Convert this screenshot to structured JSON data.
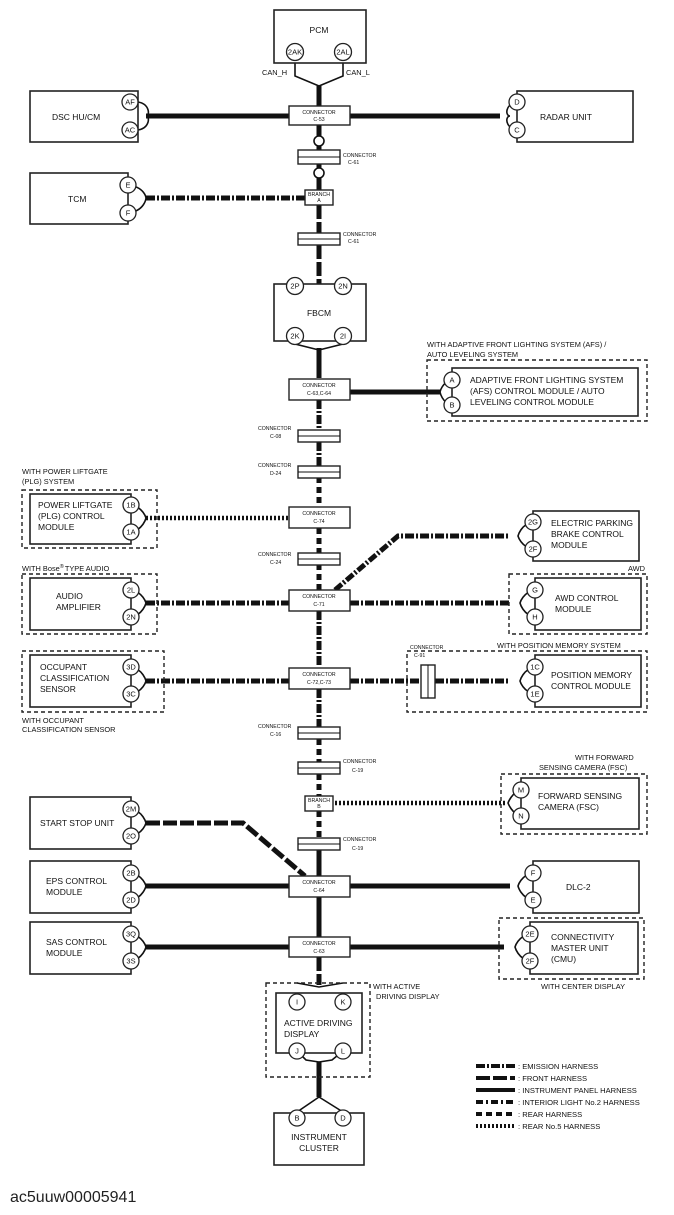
{
  "modules": {
    "pcm": "PCM",
    "dsc": "DSC HU/CM",
    "radar": "RADAR UNIT",
    "tcm": "TCM",
    "fbcm": "FBCM",
    "afs_l1": "ADAPTIVE FRONT LIGHTING SYSTEM",
    "afs_l2": "(AFS) CONTROL MODULE / AUTO",
    "afs_l3": "LEVELING CONTROL MODULE",
    "plg_l1": "POWER LIFTGATE",
    "plg_l2": "(PLG) CONTROL",
    "plg_l3": "MODULE",
    "epb_l1": "ELECTRIC PARKING",
    "epb_l2": "BRAKE CONTROL",
    "epb_l3": "MODULE",
    "audio_l1": "AUDIO",
    "audio_l2": "AMPLIFIER",
    "awd_l1": "AWD CONTROL",
    "awd_l2": "MODULE",
    "ocs_l1": "OCCUPANT",
    "ocs_l2": "CLASSIFICATION",
    "ocs_l3": "SENSOR",
    "pm_l1": "POSITION MEMORY",
    "pm_l2": "CONTROL MODULE",
    "fsc_l1": "FORWARD SENSING",
    "fsc_l2": "CAMERA (FSC)",
    "ssu": "START STOP UNIT",
    "eps_l1": "EPS CONTROL",
    "eps_l2": "MODULE",
    "dlc": "DLC-2",
    "sas_l1": "SAS CONTROL",
    "sas_l2": "MODULE",
    "cmu_l1": "CONNECTIVITY",
    "cmu_l2": "MASTER UNIT",
    "cmu_l3": "(CMU)",
    "add_l1": "ACTIVE DRIVING",
    "add_l2": "DISPLAY",
    "ic_l1": "INSTRUMENT",
    "ic_l2": "CLUSTER"
  },
  "pins": {
    "pcm_l": "2AK",
    "pcm_r": "2AL",
    "dsc_t": "AF",
    "dsc_b": "AC",
    "radar_t": "D",
    "radar_b": "C",
    "tcm_t": "E",
    "tcm_b": "F",
    "fbcm_tl": "2P",
    "fbcm_tr": "2N",
    "fbcm_bl": "2K",
    "fbcm_br": "2I",
    "afs_t": "A",
    "afs_b": "B",
    "plg_t": "1B",
    "plg_b": "1A",
    "epb_t": "2G",
    "epb_b": "2F",
    "audio_t": "2L",
    "audio_b": "2N",
    "awd_t": "G",
    "awd_b": "H",
    "ocs_t": "3D",
    "ocs_b": "3C",
    "pm_t": "1C",
    "pm_b": "1E",
    "fsc_t": "M",
    "fsc_b": "N",
    "ssu_t": "2M",
    "ssu_b": "2O",
    "eps_t": "2B",
    "eps_b": "2D",
    "dlc_t": "F",
    "dlc_b": "E",
    "sas_t": "3Q",
    "sas_b": "3S",
    "cmu_t": "2E",
    "cmu_b": "2F",
    "add_tl": "I",
    "add_tr": "K",
    "add_bl": "J",
    "add_br": "L",
    "ic_l": "B",
    "ic_r": "D"
  },
  "connectors": {
    "c53": [
      "CONNECTOR",
      "C-53"
    ],
    "c61a": [
      "CONNECTOR",
      "C-61"
    ],
    "branch_a": [
      "BRANCH",
      "A"
    ],
    "c61b": [
      "CONNECTOR",
      "C-61"
    ],
    "c6364": [
      "CONNECTOR",
      "C-63,C-64"
    ],
    "c08": [
      "CONNECTOR",
      "C-08"
    ],
    "d24a": [
      "CONNECTOR",
      "D-24"
    ],
    "c74": [
      "CONNECTOR",
      "C-74"
    ],
    "c24": [
      "CONNECTOR",
      "C-24"
    ],
    "c71": [
      "CONNECTOR",
      "C-71"
    ],
    "c7273": [
      "CONNECTOR",
      "C-72,C-73"
    ],
    "c91": [
      "CONNECTOR",
      "C-91"
    ],
    "c16": [
      "CONNECTOR",
      "C-16"
    ],
    "c19a": [
      "CONNECTOR",
      "C-19"
    ],
    "branch_b": [
      "BRANCH",
      "B"
    ],
    "c19b": [
      "CONNECTOR",
      "C-19"
    ],
    "c64": [
      "CONNECTOR",
      "C-64"
    ],
    "c63": [
      "CONNECTOR",
      "C-63"
    ]
  },
  "can_labels": {
    "can_h": "CAN_H",
    "can_l": "CAN_L"
  },
  "notes": {
    "afs_1": "WITH ADAPTIVE FRONT LIGHTING SYSTEM (AFS) /",
    "afs_2": "AUTO LEVELING SYSTEM",
    "plg_1": "WITH POWER LIFTGATE",
    "plg_2": "(PLG) SYSTEM",
    "bose_1": "WITH Bose",
    "bose_reg": "®",
    "bose_2": "TYPE AUDIO",
    "awd": "AWD",
    "pm": "WITH POSITION MEMORY SYSTEM",
    "ocs_1": "WITH OCCUPANT",
    "ocs_2": "CLASSIFICATION SENSOR",
    "fsc_1": "WITH FORWARD",
    "fsc_2": "SENSING CAMERA (FSC)",
    "cmu": "WITH CENTER DISPLAY",
    "add_1": "WITH ACTIVE",
    "add_2": "DRIVING DISPLAY"
  },
  "legend": [
    ": EMISSION HARNESS",
    ": FRONT HARNESS",
    ": INSTRUMENT PANEL HARNESS",
    ": INTERIOR LIGHT No.2 HARNESS",
    ": REAR HARNESS",
    ": REAR No.5 HARNESS"
  ],
  "caption": "ac5uuw00005941"
}
